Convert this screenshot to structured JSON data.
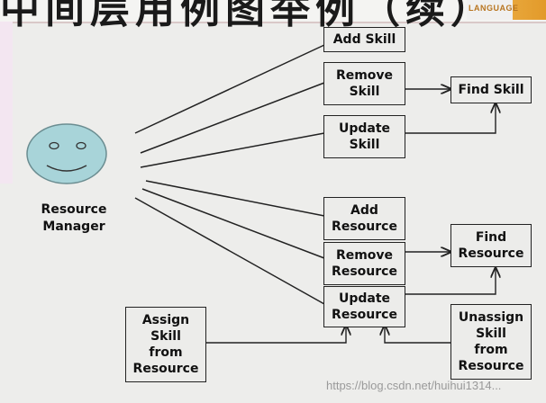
{
  "header": {
    "title": "中间层用例图举例（续）",
    "logo_text": "LANGUAGE"
  },
  "actor": {
    "label": "Resource\nManager",
    "face_color": "#a8d4d9"
  },
  "use_cases": {
    "add_skill": "Add Skill",
    "remove_skill": "Remove\nSkill",
    "update_skill": "Update\nSkill",
    "find_skill": "Find Skill",
    "add_resource": "Add\nResource",
    "remove_resource": "Remove\nResource",
    "update_resource": "Update\nResource",
    "find_resource": "Find\nResource",
    "assign_skill_from_resource": "Assign\nSkill\nfrom\nResource",
    "unassign_skill_from_resource": "Unassign\nSkill\nfrom\nResource"
  },
  "watermark": "https://blog.csdn.net/huihui1314..."
}
